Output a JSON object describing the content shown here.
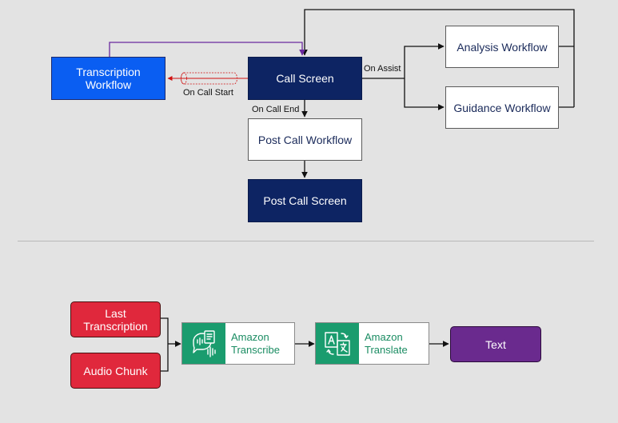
{
  "workflow": {
    "transcription_workflow": [
      "Transcription",
      "Workflow"
    ],
    "call_screen": "Call Screen",
    "analysis_workflow": "Analysis Workflow",
    "guidance_workflow": "Guidance Workflow",
    "post_call_workflow": "Post Call Workflow",
    "post_call_screen": "Post Call Screen",
    "labels": {
      "on_call_start": "On Call Start",
      "on_assist": "On Assist",
      "on_call_end": "On Call End"
    }
  },
  "pipeline": {
    "last_transcription": [
      "Last",
      "Transcription"
    ],
    "audio_chunk": "Audio Chunk",
    "amazon_transcribe": [
      "Amazon",
      "Transcribe"
    ],
    "amazon_translate": [
      "Amazon",
      "Translate"
    ],
    "text": "Text"
  },
  "colors": {
    "transcription_box": "#0a5ef2",
    "screen_box": "#0d2463",
    "input_box": "#e0283c",
    "output_box": "#6a2a8e",
    "aws_service": "#1a9c6e"
  }
}
